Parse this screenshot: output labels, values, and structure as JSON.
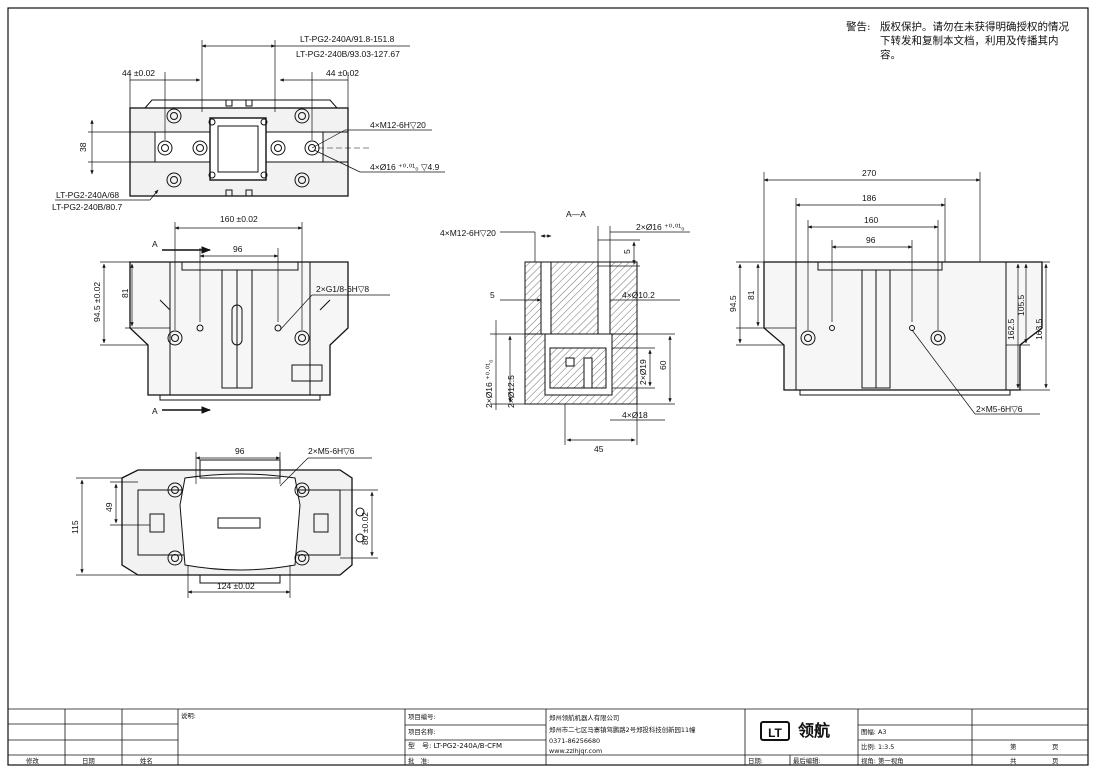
{
  "warning": {
    "label": "警告:",
    "text": "版权保护。请勿在未获得明确授权的情况下转发和复制本文档，利用及传播其内容。"
  },
  "top_view": {
    "dim_a": "LT-PG2-240A/91.8-151.8",
    "dim_b": "LT-PG2-240B/93.03-127.67",
    "left_44": "44 ±0.02",
    "right_44": "44 ±0.02",
    "dim_38": "38",
    "stroke_a": "LT-PG2-240A/68",
    "stroke_b": "LT-PG2-240B/80.7",
    "thread": "4×M12-6H▽20",
    "bore": "4×Ø16 ⁺⁰·⁰¹₀ ▽4.9"
  },
  "front_view": {
    "dim_160": "160 ±0.02",
    "dim_96": "96",
    "dim_81": "81",
    "dim_945": "94.5 ±0.02",
    "port": "2×G1/8-6H▽8",
    "section_a_top": "A",
    "section_a_bottom": "A"
  },
  "bottom_view": {
    "dim_96": "96",
    "thread": "2×M5-6H▽6",
    "dim_115": "115",
    "dim_49": "49",
    "dim_80": "80 ±0.02",
    "dim_124": "124 ±0.02"
  },
  "section": {
    "title": "A—A",
    "thread": "4×M12-6H▽20",
    "bore_top": "2×Ø16 ⁺⁰·⁰¹₀",
    "dim_5_top": "5",
    "dim_5_left": "5",
    "bore_102": "4×Ø10.2",
    "bore_16_left": "2×Ø16 ⁺⁰·⁰¹₀",
    "bore_125": "2×Ø12.5",
    "bore_19": "2×Ø19",
    "dim_60": "60",
    "bore_18": "4×Ø18",
    "dim_45": "45"
  },
  "side_view": {
    "dim_270": "270",
    "dim_186": "186",
    "dim_160": "160",
    "dim_96": "96",
    "dim_945": "94.5",
    "dim_81": "81",
    "dim_1055": "105.5",
    "dim_1625": "162.5",
    "dim_1635": "163.5",
    "thread": "2×M5-6H▽6"
  },
  "title_block": {
    "rev_mark": "修改",
    "rev_date": "日期",
    "rev_name": "姓名",
    "note_label": "说明:",
    "project_no": "项目编号:",
    "project_name": "项目名称:",
    "model": "型　号: LT-PG2-240A/B-CFM",
    "approve": "批　准:",
    "company": "郑州领航机器人有限公司",
    "address": "郑州市二七区马寨镇驾鹏路2号郑投科技创新园11幢",
    "phone": "0371-86256680",
    "web": "www.zzlhjqr.com",
    "logo_mark": "LT",
    "logo_name": "领航",
    "drawing": "图幅: A3",
    "scale": "比例: 1:3.5",
    "date": "日期:",
    "last_edit": "最后编辑:",
    "view": "视角: 第一视角",
    "page_label": "第",
    "page_unit": "页",
    "total_label": "共",
    "total_unit": "页"
  }
}
